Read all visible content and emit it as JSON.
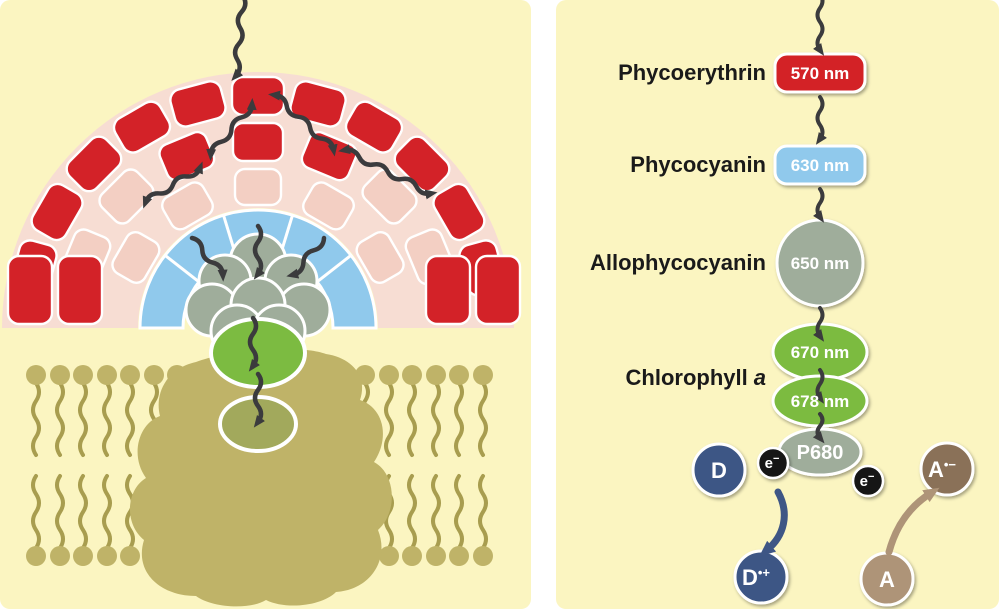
{
  "diagram": {
    "colors": {
      "page_bg": "#FFFFFF",
      "panel_bg": "#FBF5C1",
      "red": "#D32228",
      "pink": "#F3CFC3",
      "pink_fan": "#F7DDD3",
      "blue": "#90C9EC",
      "gray_green": "#9FAD9B",
      "green": "#7CBB41",
      "olive": "#BFB368",
      "olive_dark": "#A89D4F",
      "olive_ellipse": "#A2A95C",
      "arrow_dark": "#3B3B3D",
      "dark_blue": "#3E5685",
      "tan": "#AE9478",
      "brown": "#8A7158",
      "ink": "#1A1A1A"
    },
    "cascade": [
      {
        "label": "Phycoerythrin",
        "value": "570 nm",
        "shape": "rounded-rect",
        "color_key": "red"
      },
      {
        "label": "Phycocyanin",
        "value": "630 nm",
        "shape": "rounded-rect",
        "color_key": "blue"
      },
      {
        "label": "Allophycocyanin",
        "value": "650 nm",
        "shape": "circle",
        "color_key": "gray_green"
      },
      {
        "label": "Chlorophyll",
        "label_italic": "a",
        "values": [
          "670 nm",
          "678 nm"
        ],
        "shape": "ellipse",
        "color_key": "green"
      },
      {
        "label": "",
        "value": "P680",
        "shape": "ellipse",
        "color_key": "gray_green"
      }
    ],
    "electron_transfer": {
      "electron_symbol": "e",
      "electron_superscript": "−",
      "donor": {
        "symbol": "D"
      },
      "donor_oxidized": {
        "symbol": "D",
        "superscript": "•+"
      },
      "acceptor": {
        "symbol": "A"
      },
      "acceptor_reduced": {
        "symbol": "A",
        "superscript": "•−"
      }
    }
  }
}
